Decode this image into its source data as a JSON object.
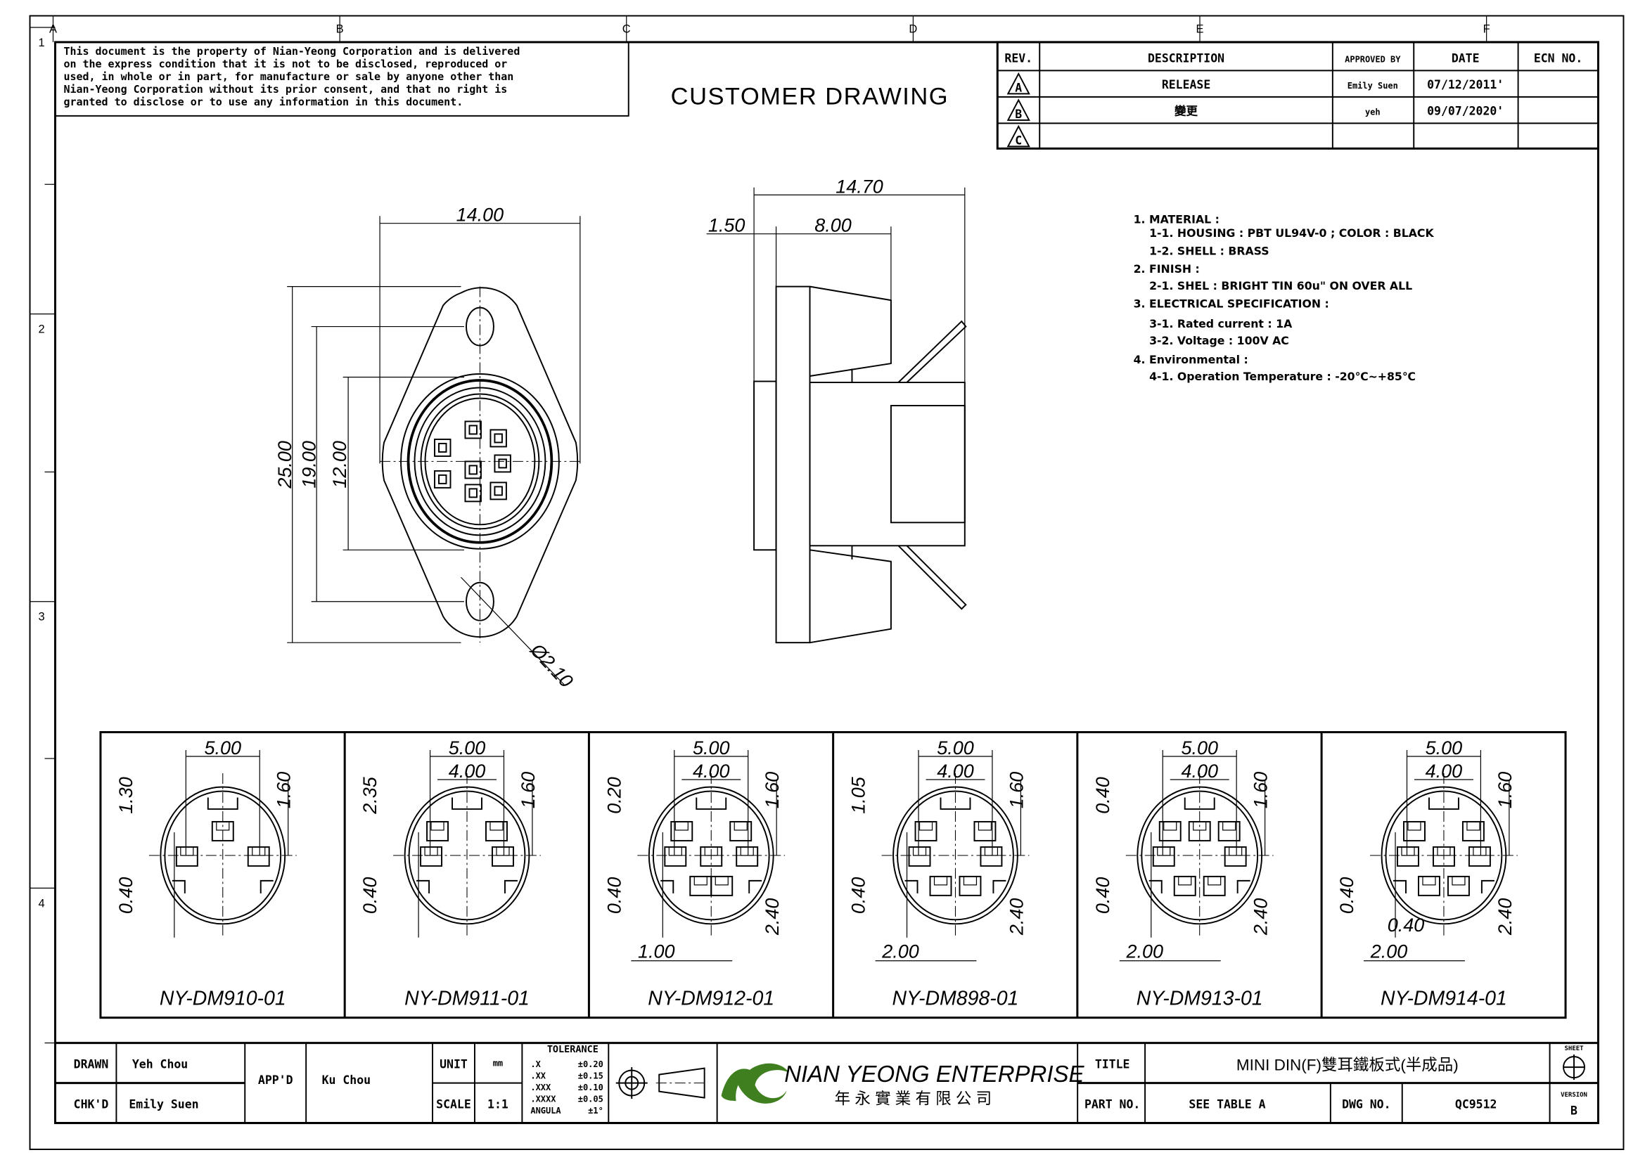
{
  "frame": {
    "columns": [
      "A",
      "B",
      "C",
      "D",
      "E",
      "F"
    ],
    "rows": [
      "1",
      "2",
      "3",
      "4"
    ]
  },
  "notice": [
    "This document is the property of Nian-Yeong Corporation and is delivered",
    "on  the  express condition that it is not to be disclosed, reproduced or",
    "used, in whole or in part, for manufacture or sale by anyone other than",
    "Nian-Yeong Corporation without  its prior consent, and that  no right  is",
    "granted to disclose or to use any information in this  document."
  ],
  "drawing_type": "CUSTOMER  DRAWING",
  "revision_table": {
    "headers": [
      "REV.",
      "DESCRIPTION",
      "APPROVED BY",
      "DATE",
      "ECN NO."
    ],
    "rows": [
      {
        "rev": "A",
        "description": "RELEASE",
        "approved_by": "Emily Suen",
        "date": "07/12/2011'",
        "ecn": ""
      },
      {
        "rev": "B",
        "description": "變更",
        "approved_by": "yeh",
        "date": "09/07/2020'",
        "ecn": ""
      },
      {
        "rev": "C",
        "description": "",
        "approved_by": "",
        "date": "",
        "ecn": ""
      }
    ]
  },
  "notes": [
    "1.  MATERIAL  :",
    "1-1.  HOUSING  :  PBT  UL94V-0  ;  COLOR  :  BLACK",
    "1-2.  SHELL  :  BRASS",
    "2.  FINISH  :",
    "2-1.  SHEL  :  BRIGHT  TIN  60u\"  ON  OVER  ALL",
    "3.  ELECTRICAL  SPECIFICATION  :",
    "3-1.  Rated  current  :  1A",
    "3-2.  Voltage  :  100V  AC",
    "4.  Environmental  :",
    "4-1.  Operation  Temperature  :  -20℃~+85℃"
  ],
  "front_view": {
    "width": "14.00",
    "height": "25.00",
    "hole_pitch": "19.00",
    "body": "12.00",
    "hole_dia": "Ø2.10"
  },
  "side_view": {
    "depth": "14.70",
    "flange": "1.50",
    "body": "8.00"
  },
  "variants": [
    {
      "part": "NY-DM910-01",
      "top": "5.00",
      "top2": "",
      "left": "1.30",
      "right": "1.60",
      "left_low": "0.40",
      "right_low": "",
      "bottom": "",
      "bottom2": ""
    },
    {
      "part": "NY-DM911-01",
      "top": "5.00",
      "top2": "4.00",
      "left": "2.35",
      "right": "1.60",
      "left_low": "0.40",
      "right_low": "",
      "bottom": "",
      "bottom2": ""
    },
    {
      "part": "NY-DM912-01",
      "top": "5.00",
      "top2": "4.00",
      "left": "0.20",
      "right": "1.60",
      "left_low": "0.40",
      "right_low": "2.40",
      "bottom": "1.00",
      "bottom2": ""
    },
    {
      "part": "NY-DM898-01",
      "top": "5.00",
      "top2": "4.00",
      "left": "1.05",
      "right": "1.60",
      "left_low": "0.40",
      "right_low": "2.40",
      "bottom": "2.00",
      "bottom2": ""
    },
    {
      "part": "NY-DM913-01",
      "top": "5.00",
      "top2": "4.00",
      "left": "0.40",
      "right": "1.60",
      "left_low": "0.40",
      "right_low": "2.40",
      "bottom": "2.00",
      "bottom2": ""
    },
    {
      "part": "NY-DM914-01",
      "top": "5.00",
      "top2": "4.00",
      "left": "",
      "right": "1.60",
      "left_low": "0.40",
      "right_low": "2.40",
      "bottom": "2.00",
      "bottom2": "0.40"
    }
  ],
  "title_block": {
    "drawn_label": "DRAWN",
    "drawn": "Yeh Chou",
    "checked_label": "CHK'D",
    "checked": "Emily Suen",
    "approved_label": "APP'D",
    "approved": "Ku Chou",
    "unit_label": "UNIT",
    "unit": "mm",
    "scale_label": "SCALE",
    "scale": "1:1",
    "tolerance_title": "TOLERANCE",
    "tolerances": [
      [
        ".X",
        "±0.20"
      ],
      [
        ".XX",
        "±0.15"
      ],
      [
        ".XXX",
        "±0.10"
      ],
      [
        ".XXXX",
        "±0.05"
      ],
      [
        "ANGULA",
        "±1°"
      ]
    ],
    "company": "NIAN YEONG ENTERPRISE",
    "company_cn": "年 永 實 業 有 限 公 司",
    "title_label": "TITLE",
    "title": "MINI  DIN(F)雙耳鐵板式(半成品)",
    "part_label": "PART NO.",
    "part": "SEE TABLE A",
    "dwg_label": "DWG NO.",
    "dwg": "QC9512",
    "sheet_label": "SHEET",
    "version_label": "VERSION",
    "version": "B"
  },
  "colors": {
    "logo_green": "#3f7f1f",
    "line": "#000000"
  }
}
